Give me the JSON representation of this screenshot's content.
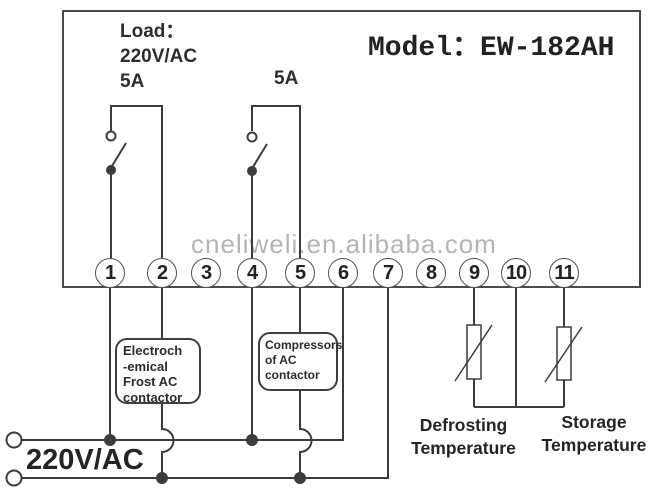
{
  "title": "Temperature controller wiring diagram",
  "model_label": "Model：EW-182AH",
  "load_label": "Load：\n220V/AC\n5A",
  "fuse2_label": "5A",
  "watermark": "cneliweli.en.alibaba.com",
  "terminals": [
    "1",
    "2",
    "3",
    "4",
    "5",
    "6",
    "7",
    "8",
    "9",
    "10",
    "11"
  ],
  "boxes": {
    "frost": "Electroch\n-emical\nFrost AC\ncontactor",
    "compressor": "Compressors\nof AC\ncontactor"
  },
  "power_label": "220V/AC",
  "sensors": {
    "defrosting": "Defrosting\nTemperature",
    "storage": "Storage\nTemperature"
  },
  "colors": {
    "wire": "#3c3c3c",
    "outline": "#4a4a4a",
    "text": "#2d2d2d",
    "watermark": "#b4b4b4",
    "background": "#ffffff"
  }
}
